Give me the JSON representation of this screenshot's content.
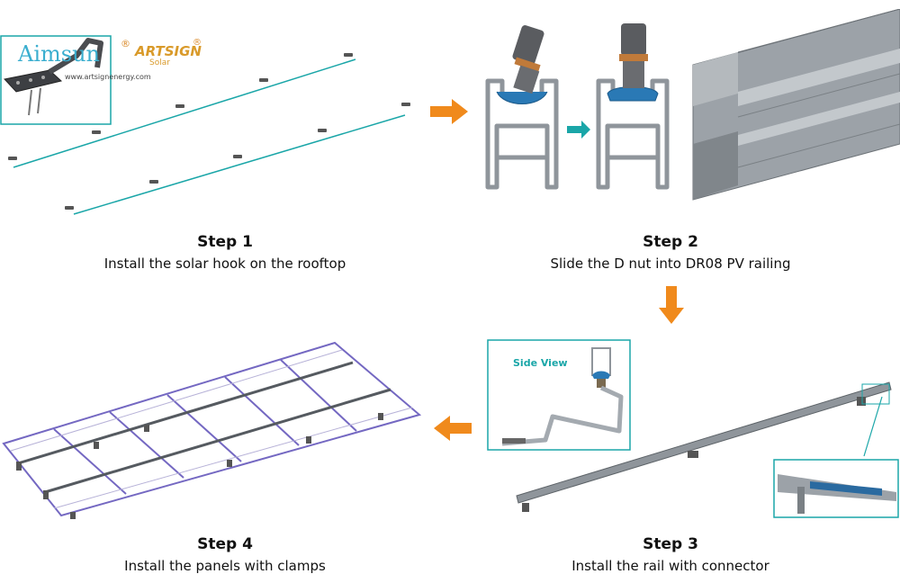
{
  "logos": {
    "brand1": "Aimsun",
    "brand2": "ARTSIGN",
    "brand2_sub": "Solar",
    "website": "www.artsignenergy.com",
    "registered_mark": "®"
  },
  "inset_step3": {
    "label": "Side View"
  },
  "steps": [
    {
      "title": "Step 1",
      "desc": "Install the solar hook on the rooftop"
    },
    {
      "title": "Step 2",
      "desc": "Slide the D nut into DR08 PV railing"
    },
    {
      "title": "Step 3",
      "desc": "Install the rail with connector"
    },
    {
      "title": "Step 4",
      "desc": "Install the panels with clamps"
    }
  ],
  "colors": {
    "arrow": "#f08a1c",
    "teal": "#1aa6a8",
    "rail": "#8f959b",
    "nut": "#2a79b5",
    "panel_frame": "#7468c2"
  }
}
